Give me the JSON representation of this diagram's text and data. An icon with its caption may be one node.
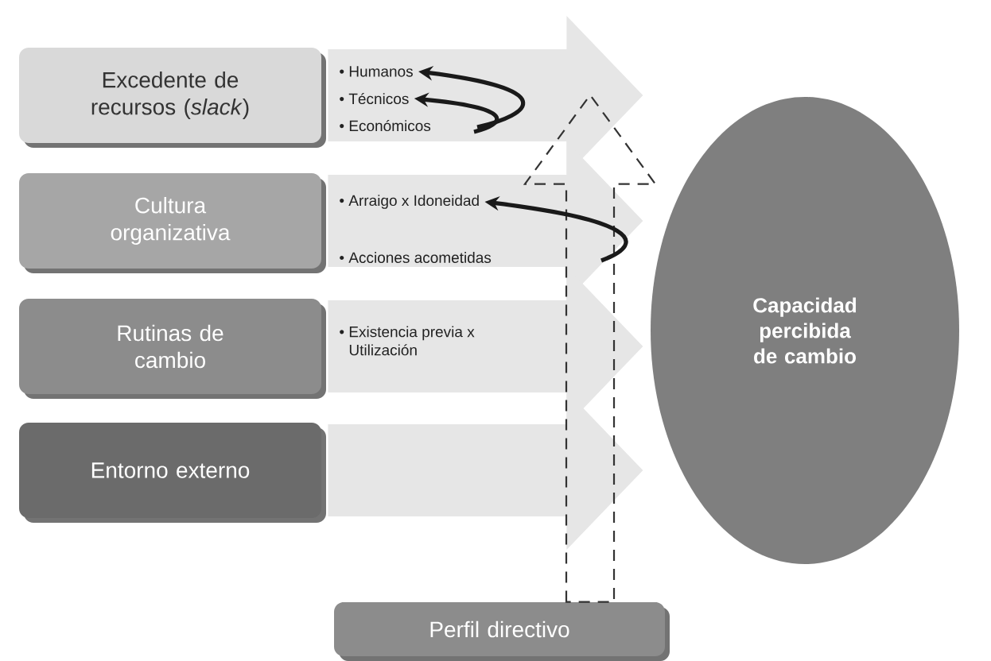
{
  "diagram": {
    "nodes": [
      {
        "text": [
          "Excedente de recursos (*slack*)"
        ]
      },
      {
        "text": [
          "Cultura organizativa"
        ]
      },
      {
        "text": [
          "Rutinas de cambio"
        ]
      },
      {
        "text": [
          "Entorno externo"
        ]
      },
      {
        "text": [
          "Capacidad percibida de cambio"
        ]
      },
      {
        "text": [
          "Perfil directivo"
        ]
      },
      {
        "text": [
          "• Humanos"
        ]
      },
      {
        "text": [
          "• Técnicos"
        ]
      },
      {
        "text": [
          "• Económicos"
        ]
      },
      {
        "text": [
          "• Arraigo x Idoneidad"
        ]
      },
      {
        "text": [
          "• Acciones acometidas"
        ]
      },
      {
        "text": [
          "• Existencia previa x Utilización"
        ]
      }
    ],
    "edges": [
      {
        "from": 0,
        "to": null,
        "arrow": "to",
        "color": "#e6e6e6"
      },
      {
        "from": 1,
        "to": null,
        "arrow": "to",
        "color": "#e6e6e6"
      },
      {
        "from": 2,
        "to": null,
        "arrow": "to",
        "color": "#e6e6e6"
      },
      {
        "from": 3,
        "to": null,
        "arrow": "to",
        "color": "#e6e6e6"
      },
      {
        "from": 5,
        "to": null,
        "arrow": "to",
        "style": "dashed"
      },
      {
        "from": null,
        "to": 6,
        "arrow": "to"
      },
      {
        "from": null,
        "to": 7,
        "arrow": "to"
      },
      {
        "from": null,
        "to": 9,
        "arrow": "to"
      }
    ]
  }
}
